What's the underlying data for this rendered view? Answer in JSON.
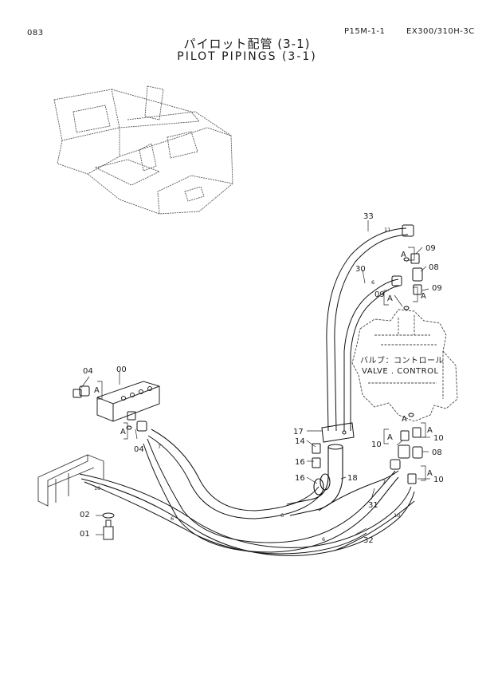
{
  "header": {
    "page_number": "083",
    "ref_code": "P15M-1-1",
    "model": "EX300/310H-3C"
  },
  "title": {
    "japanese": "パイロット配管 (3-1)",
    "english": "PILOT PIPINGS (3-1)"
  },
  "valve_label": {
    "japanese": "バルブ：コントロール",
    "english": "VALVE . CONTROL"
  },
  "callouts": {
    "p00": "00",
    "p01": "01",
    "p02": "02",
    "p04a": "04",
    "p04b": "04",
    "p08a": "08",
    "p08b": "08",
    "p09a": "09",
    "p09b": "09",
    "p09c": "09",
    "p10a": "10",
    "p10b": "10",
    "p10c": "10",
    "p14": "14",
    "p16a": "16",
    "p16b": "16",
    "p17": "17",
    "p18": "18",
    "p30": "30",
    "p31": "31",
    "p32": "32",
    "p33": "33"
  },
  "detail_marks": {
    "a1": "A",
    "a2": "A",
    "a3": "A",
    "a4": "A",
    "a5": "A",
    "a6": "A",
    "a7": "A",
    "a8": "A",
    "a9": "A"
  },
  "hose_marks": {
    "h1": "11",
    "h2": "6",
    "h3": "7",
    "h4": "10",
    "h5": "6",
    "h6": "6",
    "h7": "7",
    "h8": "10",
    "h9": "6"
  }
}
